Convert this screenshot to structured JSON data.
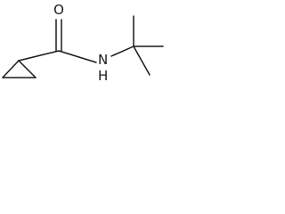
{
  "molecule": {
    "atoms": {
      "oxygen": "O",
      "nitrogen": "N",
      "hydrogen": "H"
    },
    "colors": {
      "bond": "#1a1a1a",
      "background": "#ffffff"
    }
  }
}
